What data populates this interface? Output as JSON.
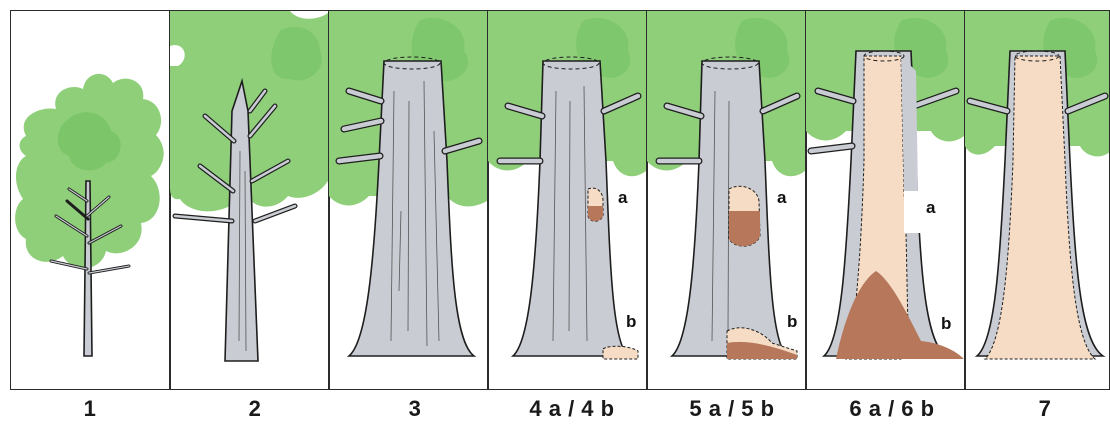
{
  "panels": [
    {
      "id": "1",
      "caption": "1"
    },
    {
      "id": "2",
      "caption": "2"
    },
    {
      "id": "3",
      "caption": "3"
    },
    {
      "id": "4",
      "caption": "4 a / 4 b",
      "point_labels": [
        "a",
        "b"
      ]
    },
    {
      "id": "5",
      "caption": "5 a / 5 b",
      "point_labels": [
        "a",
        "b"
      ]
    },
    {
      "id": "6",
      "caption": "6 a / 6 b",
      "point_labels": [
        "a",
        "b"
      ]
    },
    {
      "id": "7",
      "caption": "7"
    }
  ],
  "colors": {
    "foliage": "#8fcf7a",
    "foliage_dark": "#6fbf5e",
    "bark": "#c9ccd3",
    "outline": "#1e1e1e",
    "heartwood": "#f6dcc4",
    "rot": "#b6775a"
  }
}
